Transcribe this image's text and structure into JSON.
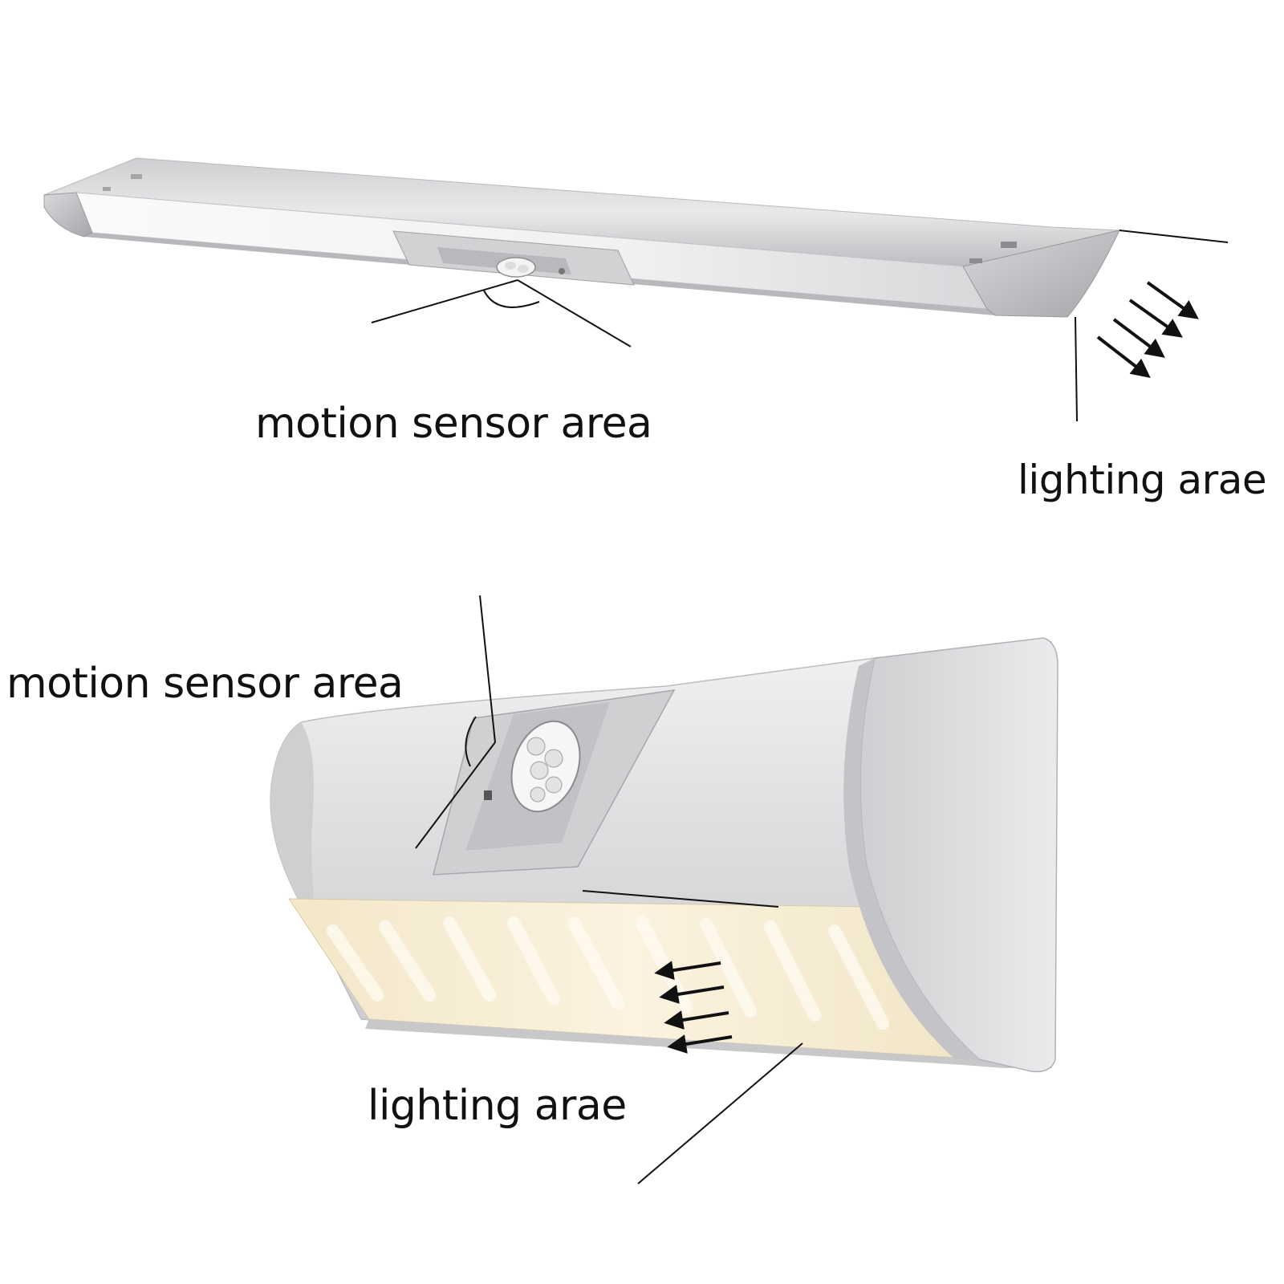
{
  "labels": {
    "top_motion_sensor": "motion sensor area",
    "top_lighting": "lighting arae",
    "bottom_motion_sensor": "motion sensor area",
    "bottom_lighting": "lighting arae"
  },
  "colors": {
    "housing_light": "#e4e4e6",
    "housing_mid": "#c6c6c9",
    "housing_dark": "#a9a9ad",
    "lens_warm": "#f6ecd4",
    "lens_glow": "#fffaf0",
    "line": "#111111"
  },
  "icons": [
    "motion-sensor-lens-icon",
    "light-direction-arrows-icon"
  ]
}
